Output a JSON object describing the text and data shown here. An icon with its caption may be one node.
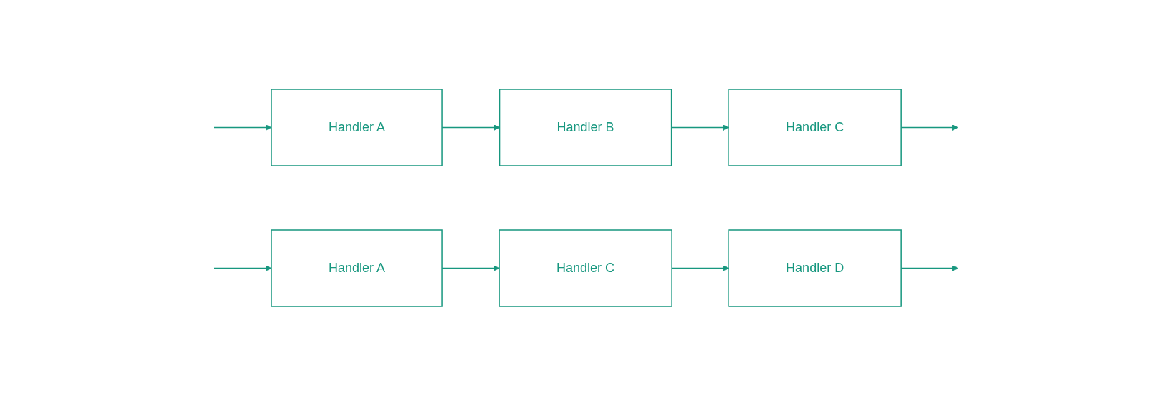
{
  "diagram": {
    "nodes": [
      {
        "text": [
          "Handler A"
        ]
      },
      {
        "text": [
          "Handler B"
        ]
      },
      {
        "text": [
          "Handler C"
        ]
      },
      {
        "text": [
          "Handler A"
        ]
      },
      {
        "text": [
          "Handler C"
        ]
      },
      {
        "text": [
          "Handler D"
        ]
      }
    ],
    "edges": [
      {
        "from": null,
        "to": 0,
        "arrow": "to"
      },
      {
        "from": 0,
        "to": 1,
        "arrow": "to"
      },
      {
        "from": 1,
        "to": 2,
        "arrow": "to"
      },
      {
        "from": 2,
        "to": null,
        "arrow": "to"
      },
      {
        "from": null,
        "to": 3,
        "arrow": "to"
      },
      {
        "from": 3,
        "to": 4,
        "arrow": "to"
      },
      {
        "from": 4,
        "to": 5,
        "arrow": "to"
      },
      {
        "from": 5,
        "to": null,
        "arrow": "to"
      }
    ]
  }
}
